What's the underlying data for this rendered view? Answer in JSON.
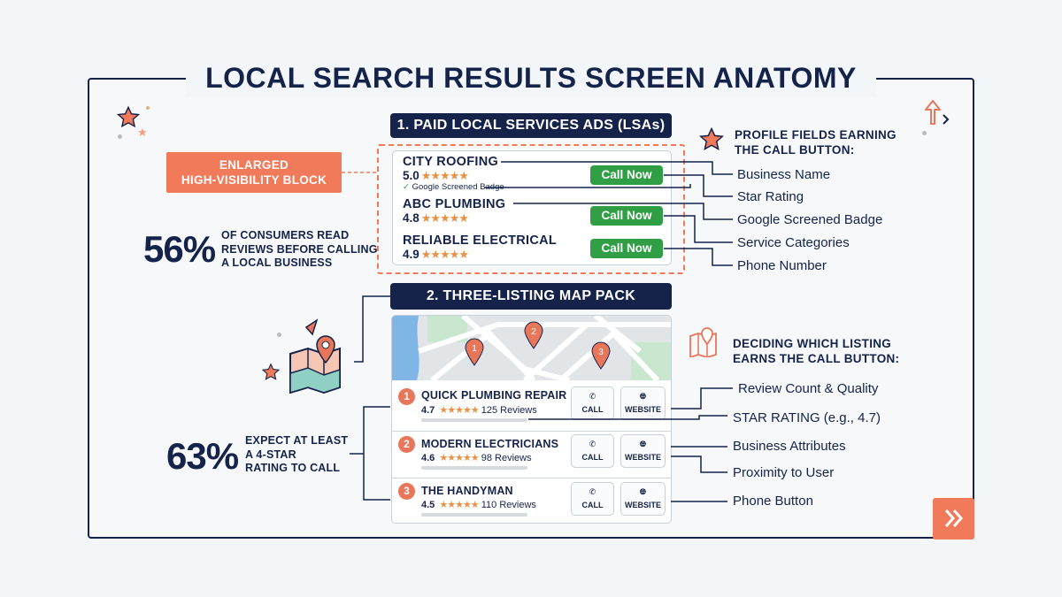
{
  "title": "LOCAL SEARCH RESULTS SCREEN ANATOMY",
  "section1": {
    "header": "1. PAID LOCAL SERVICES ADS (LSAs)",
    "callout": [
      "ENLARGED",
      "HIGH-VISIBILITY BLOCK"
    ],
    "listings": [
      {
        "name": "CITY ROOFING",
        "rating": "5.0",
        "stars": "★★★★★",
        "badge": "Google Screened Badge",
        "button": "Call Now"
      },
      {
        "name": "ABC PLUMBING",
        "rating": "4.8",
        "stars": "★★★★★",
        "button": "Call Now"
      },
      {
        "name": "RELIABLE ELECTRICAL",
        "rating": "4.9",
        "stars": "★★★★★",
        "button": "Call Now"
      }
    ],
    "fields_title": [
      "PROFILE FIELDS EARNING",
      "THE CALL BUTTON:"
    ],
    "fields": [
      "Business Name",
      "Star Rating",
      "Google Screened Badge",
      "Service Categories",
      "Phone Number"
    ]
  },
  "stat1": {
    "value": "56%",
    "text": [
      "OF CONSUMERS READ",
      "REVIEWS BEFORE CALLING",
      "A LOCAL BUSINESS"
    ]
  },
  "section2": {
    "header": "2. THREE-LISTING MAP PACK",
    "pins": [
      "1",
      "2",
      "3"
    ],
    "listings": [
      {
        "num": "1",
        "name": "QUICK PLUMBING REPAIR",
        "rating": "4.7",
        "stars": "★★★★★",
        "reviews": "125 Reviews"
      },
      {
        "num": "2",
        "name": "MODERN ELECTRICIANS",
        "rating": "4.6",
        "stars": "★★★★★",
        "reviews": "98 Reviews"
      },
      {
        "num": "3",
        "name": "THE HANDYMAN",
        "rating": "4.5",
        "stars": "★★★★★",
        "reviews": "110 Reviews"
      }
    ],
    "call_label": "CALL",
    "website_label": "WEBSITE",
    "factors_title": [
      "DECIDING WHICH LISTING",
      "EARNS THE CALL BUTTON:"
    ],
    "factors": [
      "Review Count & Quality",
      "STAR RATING (e.g., 4.7)",
      "Business Attributes",
      "Proximity to User",
      "Phone Button"
    ]
  },
  "stat2": {
    "value": "63%",
    "text": [
      "EXPECT AT LEAST",
      "A 4-STAR",
      "RATING TO CALL"
    ]
  },
  "icons": [
    "star-icon",
    "map-pin-icon",
    "folded-map-icon",
    "up-arrow-icon",
    "phone-icon",
    "globe-icon",
    "double-chevron-icon"
  ],
  "colors": {
    "navy": "#15234a",
    "coral": "#f07a5a",
    "green": "#2f9e44",
    "star": "#e79245"
  }
}
